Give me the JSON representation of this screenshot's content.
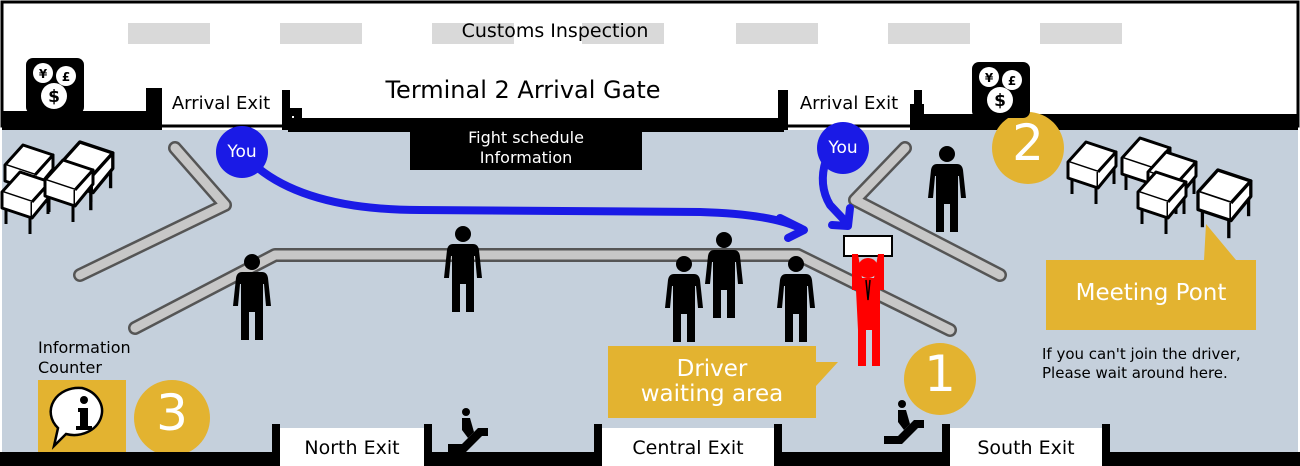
{
  "header": {
    "customs": "Customs Inspection",
    "gate_title": "Terminal 2 Arrival Gate",
    "arrival_exit_left": "Arrival Exit",
    "arrival_exit_right": "Arrival Exit"
  },
  "flight_board": {
    "line1": "Fight schedule",
    "line2": "Information"
  },
  "you_markers": [
    "You",
    "You"
  ],
  "meeting_point": {
    "label": "Meeting Pont",
    "note_line1": "If you can't join the driver,",
    "note_line2": "Please wait around here."
  },
  "driver_area": {
    "line1": "Driver",
    "line2": "waiting area"
  },
  "info_counter": {
    "line1": "Information",
    "line2": "Counter"
  },
  "markers": {
    "one": "1",
    "two": "2",
    "three": "3"
  },
  "exits": {
    "north": "North Exit",
    "central": "Central Exit",
    "south": "South Exit"
  },
  "colors": {
    "floor": "#c5d0dc",
    "accent_gold": "#e3b330",
    "you_blue": "#1a1ae6",
    "driver_red": "#ff0000",
    "black": "#000000"
  },
  "icons": {
    "currency_exchange": "currency-exchange-icon",
    "escalator": "escalator-icon",
    "information": "information-icon"
  }
}
